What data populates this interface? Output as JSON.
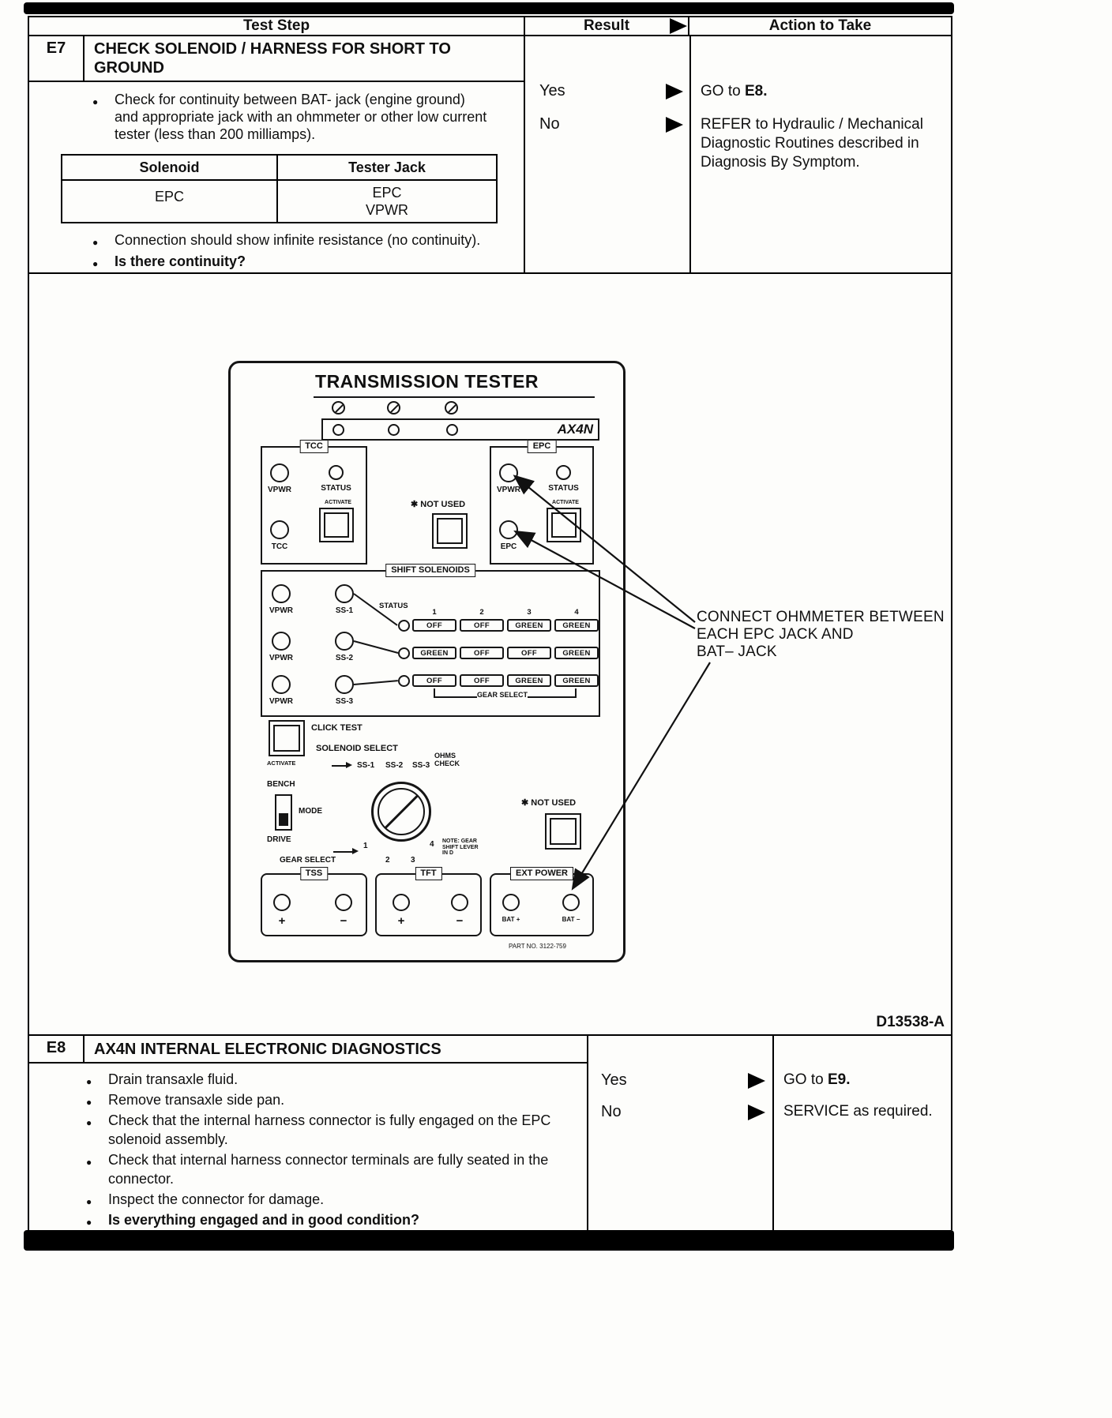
{
  "header": {
    "test_step": "Test Step",
    "result": "Result",
    "action": "Action to Take"
  },
  "e7": {
    "id": "E7",
    "title": "CHECK SOLENOID / HARNESS FOR SHORT TO GROUND",
    "bullets": {
      "continuity": "Check for continuity between BAT- jack (engine ground) and appropriate jack with an ohmmeter or other low current tester (less than 200 milliamps).",
      "resistance": "Connection should show infinite resistance (no continuity).",
      "question": "Is there continuity?"
    },
    "solenoid_table": {
      "col_solenoid": "Solenoid",
      "col_tester_jack": "Tester Jack",
      "solenoid": "EPC",
      "jack_line1": "EPC",
      "jack_line2": "VPWR"
    },
    "result_yes": "Yes",
    "result_no": "No",
    "action_yes_prefix": "GO to ",
    "action_yes_ref": "E8.",
    "action_no": "REFER to Hydraulic / Mechanical Diagnostic Routines described in Diagnosis By Symptom."
  },
  "tester": {
    "title": "TRANSMISSION TESTER",
    "model": "AX4N",
    "tcc": {
      "legend": "TCC",
      "vpwr": "VPWR",
      "status": "STATUS",
      "activate": "ACTIVATE",
      "jack": "TCC"
    },
    "epc": {
      "legend": "EPC",
      "vpwr": "VPWR",
      "status": "STATUS",
      "activate": "ACTIVATE",
      "jack": "EPC"
    },
    "not_used_top": "✱ NOT USED",
    "not_used_bottom": "✱ NOT USED",
    "shift": {
      "legend": "SHIFT SOLENOIDS",
      "vpwr": "VPWR",
      "status": "STATUS",
      "jacks": [
        "SS-1",
        "SS-2",
        "SS-3"
      ],
      "gear_cols": [
        "1",
        "2",
        "3",
        "4"
      ],
      "rows": [
        {
          "cells": [
            "OFF",
            "OFF",
            "GREEN",
            "GREEN"
          ]
        },
        {
          "cells": [
            "GREEN",
            "OFF",
            "OFF",
            "GREEN"
          ]
        },
        {
          "cells": [
            "OFF",
            "OFF",
            "GREEN",
            "GREEN"
          ]
        }
      ],
      "gear_select": "GEAR SELECT"
    },
    "click_test": {
      "label": "CLICK TEST",
      "activate": "ACTIVATE"
    },
    "solenoid_select": {
      "label": "SOLENOID SELECT",
      "positions": [
        "SS-1",
        "SS-2",
        "SS-3"
      ],
      "ohms_line1": "OHMS",
      "ohms_line2": "CHECK"
    },
    "mode": {
      "bench": "BENCH",
      "mode": "MODE",
      "drive": "DRIVE"
    },
    "gear_dial": {
      "label": "GEAR SELECT",
      "numbers": [
        "1",
        "2",
        "3",
        "4"
      ],
      "note": "NOTE: GEAR SHIFT LEVER IN D"
    },
    "tss": {
      "legend": "TSS",
      "plus": "+",
      "minus": "−"
    },
    "tft": {
      "legend": "TFT",
      "plus": "+",
      "minus": "−"
    },
    "ext_power": {
      "legend": "EXT POWER",
      "bat_plus": "BAT +",
      "bat_minus": "BAT −"
    },
    "part_no": "PART NO. 3122-759",
    "annotation": {
      "line1": "CONNECT OHMMETER BETWEEN",
      "line2": "EACH EPC JACK AND",
      "line3": "BAT– JACK"
    },
    "figure_code": "D13538-A"
  },
  "e8": {
    "id": "E8",
    "title": "AX4N INTERNAL ELECTRONIC DIAGNOSTICS",
    "bullets": [
      "Drain transaxle fluid.",
      "Remove transaxle side pan.",
      "Check that the internal harness connector is fully engaged on the EPC solenoid assembly.",
      "Check that internal harness connector terminals are fully seated in the connector.",
      "Inspect the connector for damage."
    ],
    "question": "Is everything engaged and in good condition?",
    "result_yes": "Yes",
    "result_no": "No",
    "action_yes_prefix": "GO to ",
    "action_yes_ref": "E9.",
    "action_no": "SERVICE as required."
  }
}
